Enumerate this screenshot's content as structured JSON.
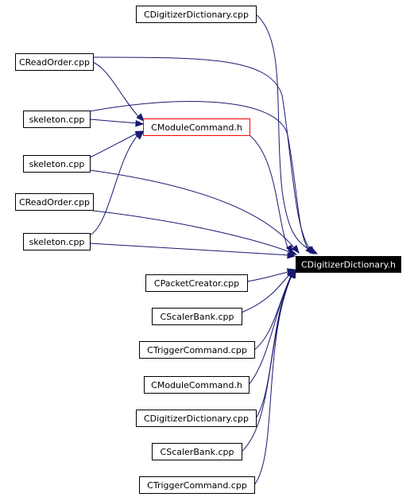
{
  "colors": {
    "edge": "#191970",
    "node_border": "#000000",
    "node_fill": "#ffffff",
    "node_text": "#000000",
    "highlight_border": "#ff0000",
    "target_fill": "#000000",
    "target_text": "#ffffff"
  },
  "nodes": {
    "n_cdd_top": "CDigitizerDictionary.cpp",
    "n_creadorder_1": "CReadOrder.cpp",
    "n_skeleton_1": "skeleton.cpp",
    "n_cmodulecommand_h": "CModuleCommand.h",
    "n_skeleton_2": "skeleton.cpp",
    "n_creadorder_2": "CReadOrder.cpp",
    "n_skeleton_3": "skeleton.cpp",
    "n_target": "CDigitizerDictionary.h",
    "n_cpacketcreator": "CPacketCreator.cpp",
    "n_cscalerbank_1": "CScalerBank.cpp",
    "n_ctriggercommand_1": "CTriggerCommand.cpp",
    "n_cmodulecommand_cpp": "CModuleCommand.h",
    "n_cdd_bottom": "CDigitizerDictionary.cpp",
    "n_cscalerbank_2": "CScalerBank.cpp",
    "n_ctriggercommand_2": "CTriggerCommand.cpp"
  }
}
